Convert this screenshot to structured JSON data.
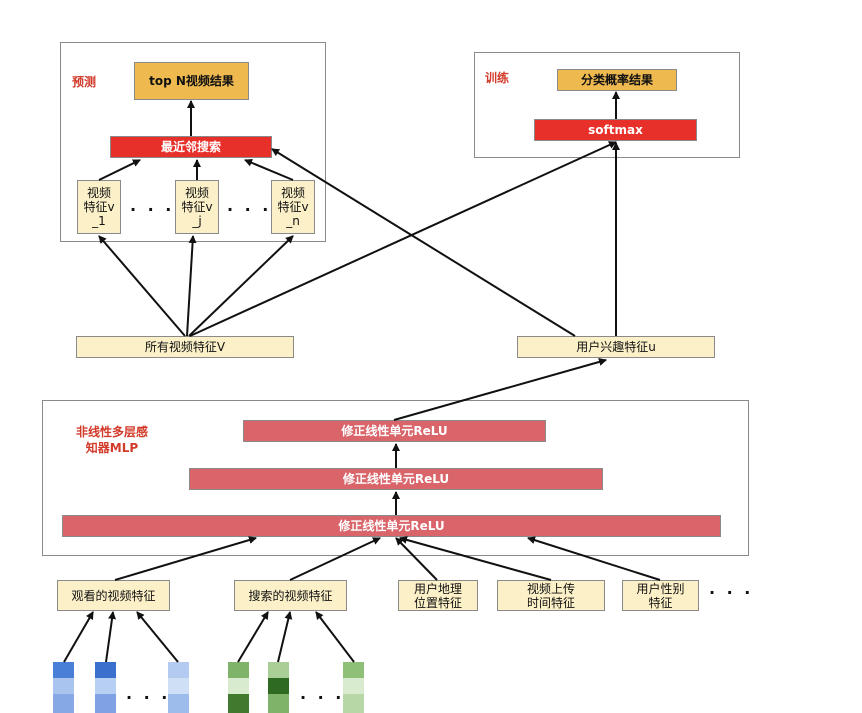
{
  "regions": {
    "predict": "预测",
    "train": "训练",
    "mlp": "非线性多层感\n知器MLP"
  },
  "nodes": {
    "top_n_result": "top N视频结果",
    "nearest_neighbor_search": "最近邻搜索",
    "video_feature_1": "视频\n特征v\n_1",
    "video_feature_j": "视频\n特征v\n_j",
    "video_feature_n": "视频\n特征v\n_n",
    "all_video_features": "所有视频特征V",
    "class_prob_result": "分类概率结果",
    "softmax": "softmax",
    "user_interest_feature": "用户兴趣特征u",
    "relu_top": "修正线性单元ReLU",
    "relu_mid": "修正线性单元ReLU",
    "relu_bottom": "修正线性单元ReLU",
    "watched_video_features": "观看的视频特征",
    "searched_video_features": "搜索的视频特征",
    "user_geo_feature": "用户地理\n位置特征",
    "video_upload_time": "视频上传\n时间特征",
    "user_gender_feature": "用户性别\n特征"
  },
  "ellipsis": "· · ·",
  "colors": {
    "cream": "#fbf0c8",
    "gold": "#eeb94f",
    "red": "#e8302a",
    "pink": "#d9646a",
    "label_red": "#d23a2a",
    "blue_dark": "#4a7fd8",
    "blue_light": "#a9c4ee",
    "green_dark": "#3f7a2e",
    "green_light": "#a9cf96"
  }
}
